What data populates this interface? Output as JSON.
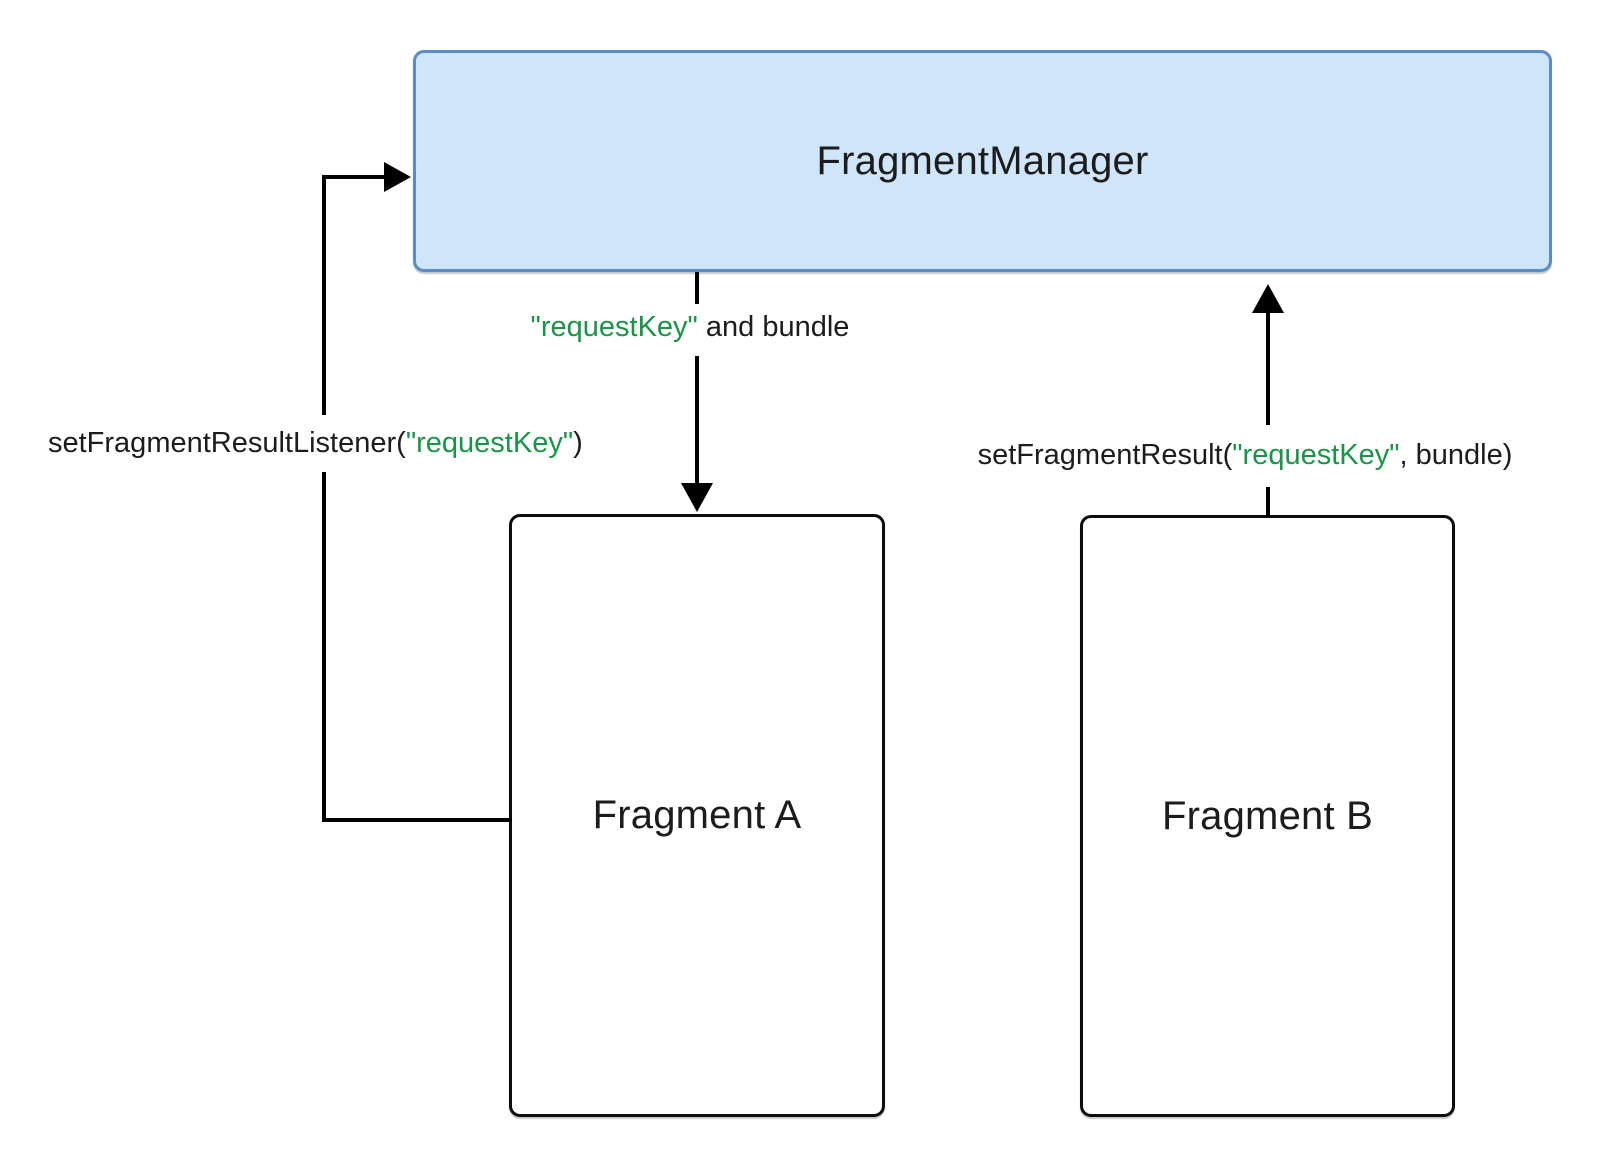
{
  "diagram": {
    "nodes": {
      "fragment_manager": {
        "label": "FragmentManager"
      },
      "fragment_a": {
        "label": "Fragment A"
      },
      "fragment_b": {
        "label": "Fragment B"
      }
    },
    "edge_labels": {
      "request_key_bundle": {
        "key": "\"requestKey\"",
        "after": " and bundle"
      },
      "set_fragment_result_listener": {
        "before": "setFragmentResultListener(",
        "key": "\"requestKey\"",
        "after": ")"
      },
      "set_fragment_result": {
        "before": "setFragmentResult(",
        "key": "\"requestKey\"",
        "after": ", bundle)"
      }
    },
    "colors": {
      "accent_green": "#179647",
      "manager_fill": "#cfe5f9",
      "manager_border": "#5b8ec4",
      "fragment_border": "#0d0d0d",
      "line_color": "#000000",
      "text_color": "#1c1c1c",
      "background": "#ffffff"
    }
  }
}
